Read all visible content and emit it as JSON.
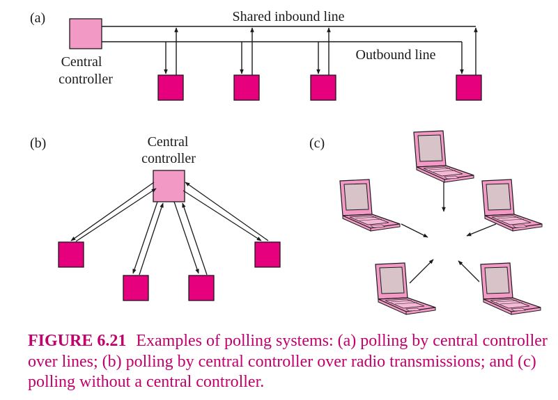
{
  "panels": {
    "a": {
      "tag": "(a)",
      "controller_label_lines": [
        "Central",
        "controller"
      ],
      "inbound_label": "Shared inbound line",
      "outbound_label": "Outbound line"
    },
    "b": {
      "tag": "(b)",
      "controller_label_lines": [
        "Central",
        "controller"
      ]
    },
    "c": {
      "tag": "(c)"
    }
  },
  "caption": {
    "figure_id": "FIGURE 6.21",
    "text": "Examples of polling systems: (a) polling by central controller over lines; (b) polling by central controller over radio transmissions; and (c) polling without a central controller."
  },
  "colors": {
    "controller_fill": "#f29ac5",
    "station_fill": "#e6007e",
    "laptop_body": "#f29ac5",
    "laptop_screen": "#d8c4c8",
    "line": "#1a1a1a",
    "caption": "#c2006b"
  }
}
